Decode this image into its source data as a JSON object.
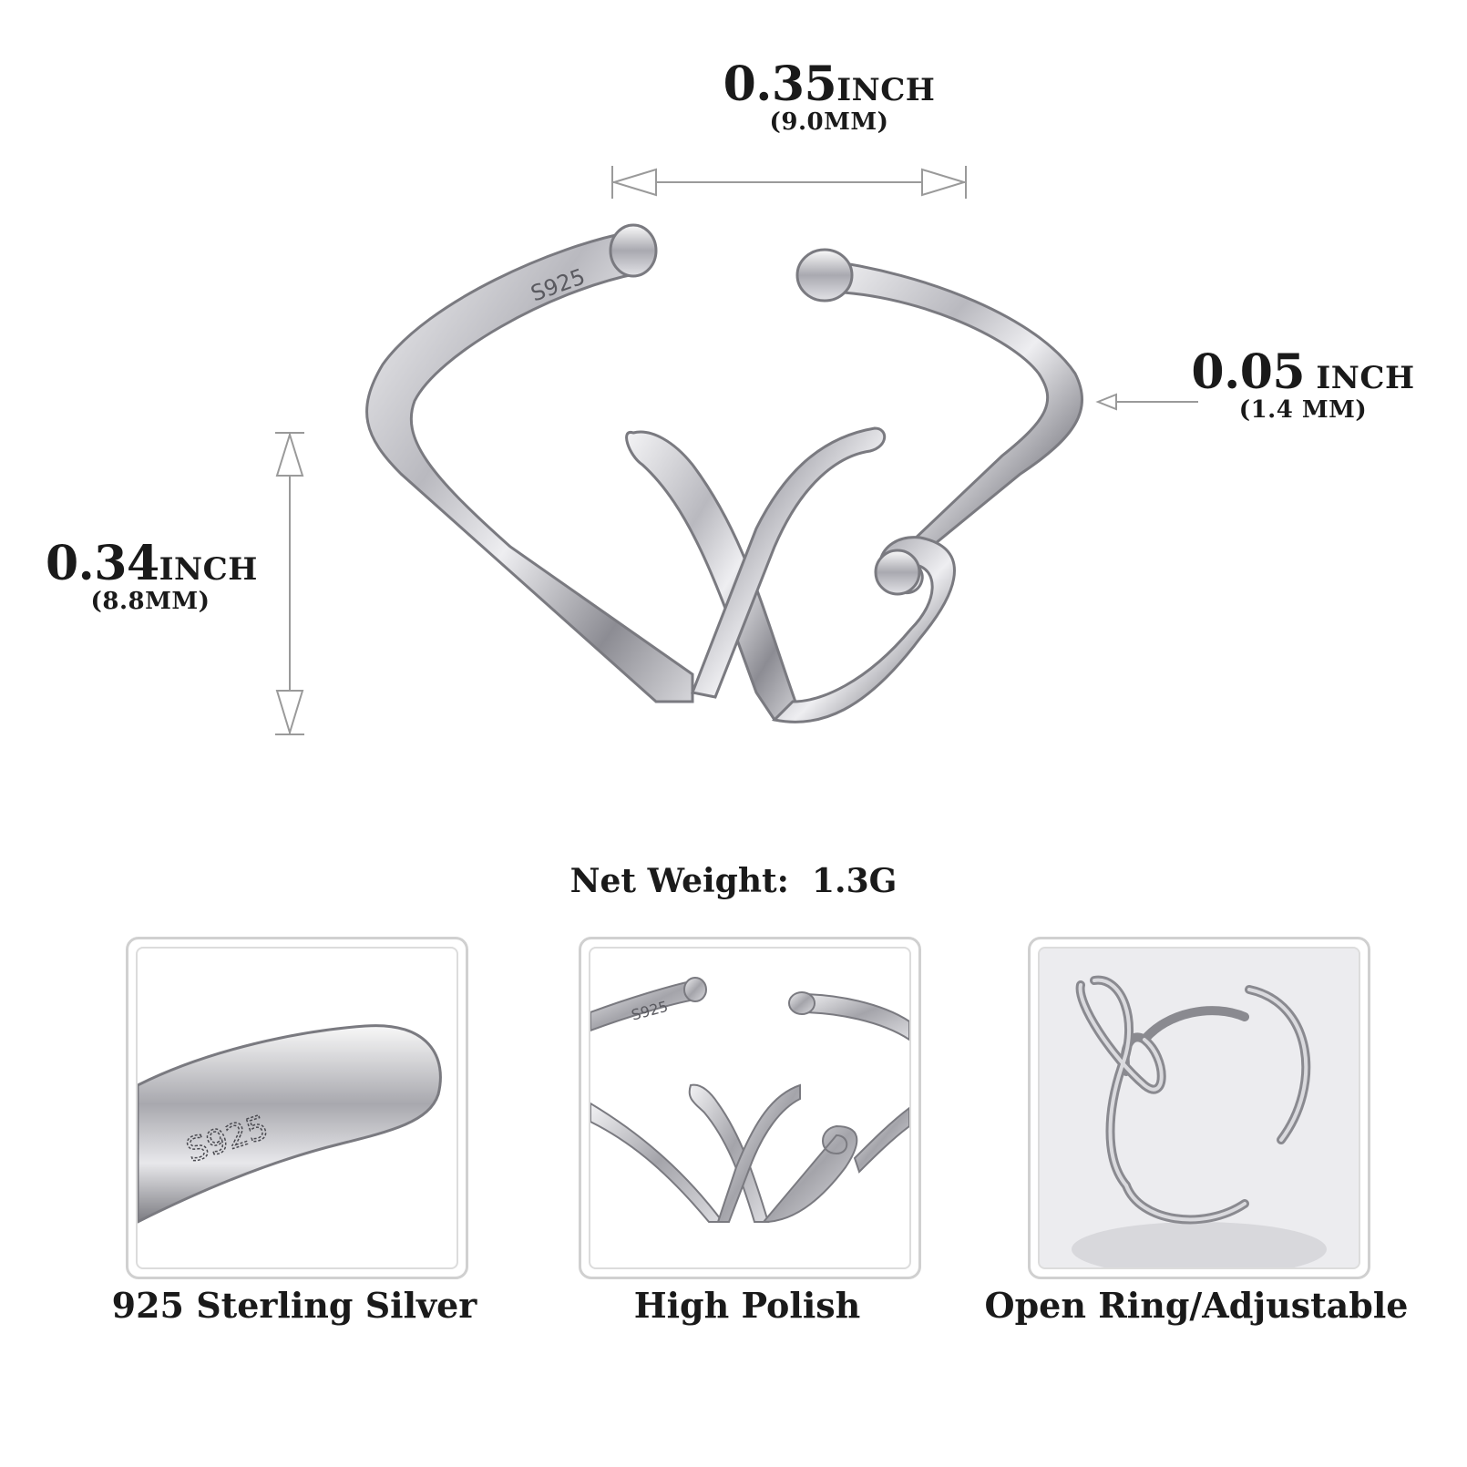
{
  "dimensions": {
    "gap": {
      "value": "0.35",
      "unit": "INCH",
      "metric": "(9.0MM)"
    },
    "band": {
      "value": "0.05",
      "unit": " INCH",
      "metric": "(1.4 MM)"
    },
    "height": {
      "value": "0.34",
      "unit": "INCH",
      "metric": "(8.8MM)"
    }
  },
  "stamp": "S925",
  "net_weight": "Net Weight:  1.3G",
  "features": [
    {
      "caption": "925 Sterling Silver",
      "icon": "s925-stamp-closeup"
    },
    {
      "caption": "High Polish",
      "icon": "w-ring-front-view"
    },
    {
      "caption": "Open Ring/Adjustable",
      "icon": "ring-side-view"
    }
  ],
  "colors": {
    "silver": "#c8c8cc",
    "silver_dark": "#6e6e74",
    "arrow": "#9a9a9a",
    "text": "#1a1a1a"
  }
}
